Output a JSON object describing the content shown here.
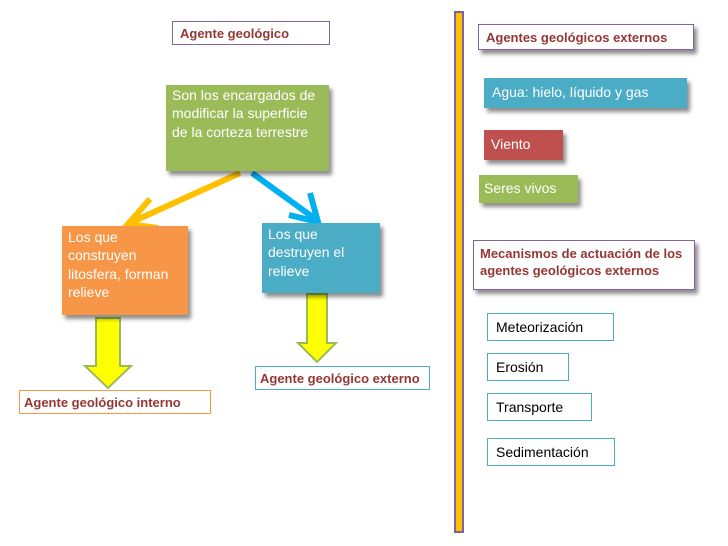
{
  "colors": {
    "title_text": "#953735",
    "green": "#9bbb59",
    "orange": "#f79646",
    "blue": "#4bacc6",
    "red": "#c0504d",
    "purple_border": "#8064a2",
    "yellow_bar": "#ffc000",
    "yellow_arrow": "#ffff00",
    "arrow_orange": "#ffc000",
    "arrow_blue": "#00b0f0"
  },
  "left": {
    "title": "Agente geológico",
    "definition": "Son los encargados de modificar la superficie de la corteza terrestre",
    "build": "Los que construyen litosfera, forman relieve",
    "destroy": "Los que destruyen el relieve",
    "internal": "Agente geológico interno",
    "external": "Agente geológico externo"
  },
  "right": {
    "title": "Agentes geológicos externos",
    "agents": [
      "Agua: hielo, líquido y gas",
      "Viento",
      "Seres vivos"
    ],
    "mechanisms_title": "Mecanismos de actuación de los agentes geológicos externos",
    "mechanisms": [
      "Meteorización",
      "Erosión",
      "Transporte",
      "Sedimentación"
    ]
  }
}
